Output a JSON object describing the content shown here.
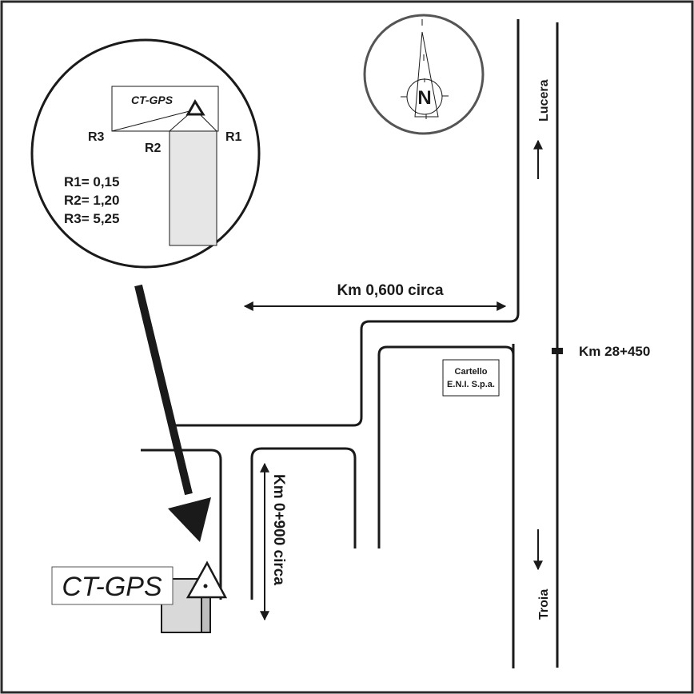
{
  "map": {
    "type": "location sketch map",
    "colors": {
      "ink": "#1a1a1a",
      "compass_ring": "#555555",
      "building_fill": "#d9d9d9",
      "building_side": "#bdbdbd",
      "detail_building_fill": "#e6e6e6",
      "background": "#ffffff"
    },
    "detail_inset": {
      "station_label": "CT-GPS",
      "reference_labels": {
        "r1": "R1",
        "r2": "R2",
        "r3": "R3"
      },
      "measurements": [
        {
          "label": "R1",
          "value": "0,15",
          "text": "R1= 0,15"
        },
        {
          "label": "R2",
          "value": "1,20",
          "text": "R2= 1,20"
        },
        {
          "label": "R3",
          "value": "5,25",
          "text": "R3= 5,25"
        }
      ]
    },
    "compass": {
      "icon": "north-arrow-icon",
      "letter": "N"
    },
    "directions": {
      "north": {
        "label": "Lucera",
        "arrow": "arrow-up-icon"
      },
      "south": {
        "label": "Troia",
        "arrow": "arrow-down-icon"
      }
    },
    "distances": {
      "horizontal": "Km 0,600 circa",
      "vertical": "Km 0+900 circa"
    },
    "milestone": {
      "label": "Km 28+450",
      "icon": "milestone-marker-icon"
    },
    "sign": {
      "line1": "Cartello",
      "line2": "E.N.I. S.p.a."
    },
    "station": {
      "label": "CT-GPS",
      "icon": "gps-triangle-icon"
    }
  }
}
